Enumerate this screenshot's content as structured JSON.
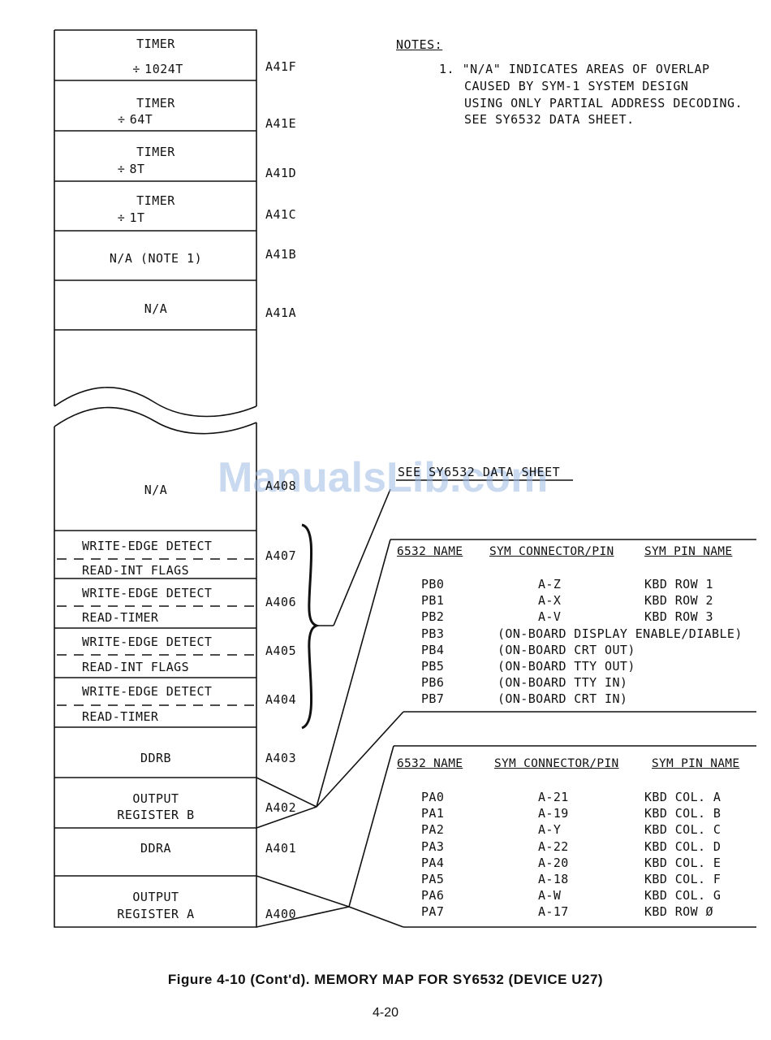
{
  "notes": {
    "heading": "NOTES:",
    "note1_lines": [
      "1. \"N/A\" INDICATES AREAS OF OVERLAP",
      "CAUSED BY SYM-1 SYSTEM DESIGN",
      "USING ONLY PARTIAL ADDRESS DECODING.",
      "SEE SY6532 DATA SHEET."
    ]
  },
  "memory_map": {
    "timer_label": "TIMER",
    "div_symbol": "÷",
    "boxes": [
      {
        "kind": "timer",
        "sub": "1024T",
        "address": "A41F"
      },
      {
        "kind": "timer",
        "sub": "64T",
        "address": "A41E"
      },
      {
        "kind": "timer",
        "sub": "8T",
        "address": "A41D"
      },
      {
        "kind": "timer",
        "sub": "1T",
        "address": "A41C"
      },
      {
        "kind": "text",
        "label": "N/A (NOTE 1)",
        "address": "A41B"
      },
      {
        "kind": "text",
        "label": "N/A",
        "address": "A41A"
      }
    ],
    "na_lower": {
      "label": "N/A",
      "address": "A408"
    },
    "registers": [
      {
        "write": "WRITE-EDGE DETECT",
        "read": "READ-INT FLAGS",
        "address": "A407"
      },
      {
        "write": "WRITE-EDGE DETECT",
        "read": "READ-TIMER",
        "address": "A406"
      },
      {
        "write": "WRITE-EDGE DETECT",
        "read": "READ-INT FLAGS",
        "address": "A405"
      },
      {
        "write": "WRITE-EDGE DETECT",
        "read": "READ-TIMER",
        "address": "A404"
      }
    ],
    "ddrb": {
      "label": "DDRB",
      "address": "A403"
    },
    "orb": {
      "line1": "OUTPUT",
      "line2": "REGISTER B",
      "address": "A402"
    },
    "ddra": {
      "label": "DDRA",
      "address": "A401"
    },
    "ora": {
      "line1": "OUTPUT",
      "line2": "REGISTER A",
      "address": "A400"
    }
  },
  "see_sheet": "SEE SY6532 DATA SHEET",
  "port_b_table": {
    "headers": [
      "6532 NAME",
      "SYM CONNECTOR/PIN",
      "SYM PIN NAME"
    ],
    "rows": [
      [
        "PB0",
        "A-Z",
        "KBD ROW 1"
      ],
      [
        "PB1",
        "A-X",
        "KBD ROW 2"
      ],
      [
        "PB2",
        "A-V",
        "KBD ROW 3"
      ],
      [
        "PB3",
        "(ON-BOARD DISPLAY ENABLE/DIABLE)",
        ""
      ],
      [
        "PB4",
        "(ON-BOARD CRT OUT)",
        ""
      ],
      [
        "PB5",
        "(ON-BOARD TTY OUT)",
        ""
      ],
      [
        "PB6",
        "(ON-BOARD TTY IN)",
        ""
      ],
      [
        "PB7",
        "(ON-BOARD CRT IN)",
        ""
      ]
    ]
  },
  "port_a_table": {
    "headers": [
      "6532 NAME",
      "SYM CONNECTOR/PIN",
      "SYM PIN NAME"
    ],
    "rows": [
      [
        "PA0",
        "A-21",
        "KBD COL. A"
      ],
      [
        "PA1",
        "A-19",
        "KBD COL. B"
      ],
      [
        "PA2",
        "A-Y",
        "KBD COL. C"
      ],
      [
        "PA3",
        "A-22",
        "KBD COL. D"
      ],
      [
        "PA4",
        "A-20",
        "KBD COL. E"
      ],
      [
        "PA5",
        "A-18",
        "KBD COL. F"
      ],
      [
        "PA6",
        "A-W",
        "KBD COL. G"
      ],
      [
        "PA7",
        "A-17",
        "KBD ROW Ø"
      ]
    ]
  },
  "caption": "Figure 4-10 (Cont'd).  MEMORY MAP FOR SY6532 (DEVICE U27)",
  "page_number": "4-20",
  "watermark": "ManualsLib.com"
}
